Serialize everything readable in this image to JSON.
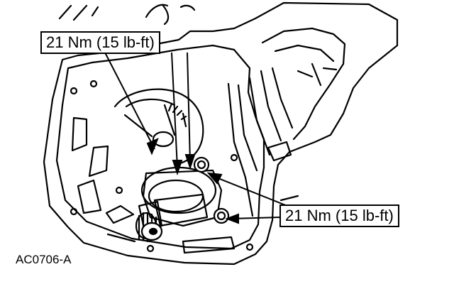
{
  "callouts": {
    "top_torque": "21 Nm (15 lb-ft)",
    "right_torque": "21 Nm (15 lb-ft)"
  },
  "figure": {
    "code": "AC0706-A"
  }
}
